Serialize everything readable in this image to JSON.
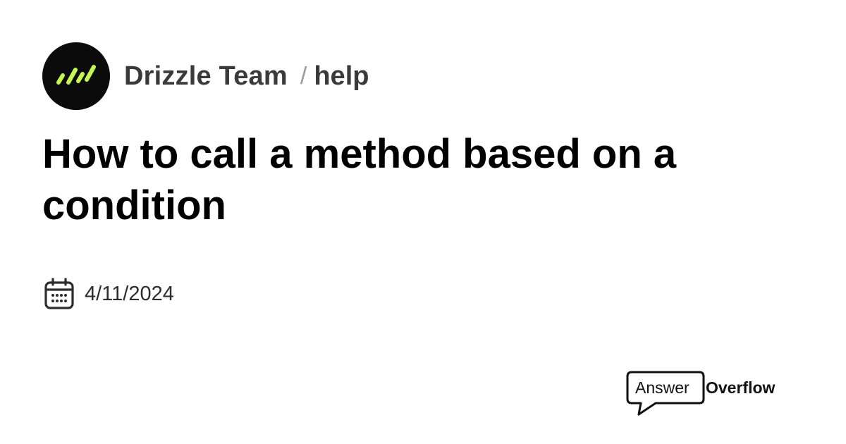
{
  "header": {
    "server_name": "Drizzle Team",
    "separator": "/",
    "channel_name": "help",
    "avatar_icon": "drizzle-logo-icon",
    "avatar_bg": "#0b0b0b",
    "avatar_accent": "#c5f74f"
  },
  "thread": {
    "title": "How to call a method based on a condition",
    "date": "4/11/2024",
    "date_icon": "calendar-icon"
  },
  "brand": {
    "word_1": "Answer",
    "word_2": "Overflow",
    "icon": "speech-bubble-icon"
  }
}
